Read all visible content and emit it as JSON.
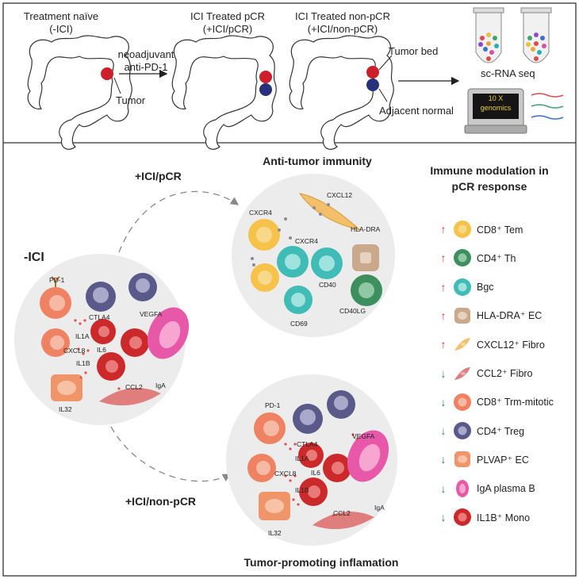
{
  "top": {
    "treatment_naive": "Treatment naïve",
    "treatment_naive_sub": "(-ICI)",
    "neoadjuvant": "neoadjuvant",
    "anti_pd1": "anti-PD-1",
    "tumor": "Tumor",
    "pcr_title": "ICI Treated pCR",
    "pcr_sub": "(+ICI/pCR)",
    "nonpcr_title": "ICI Treated non-pCR",
    "nonpcr_sub": "(+ICI/non-pCR)",
    "tumor_bed": "Tumor bed",
    "adjacent_normal": "Adjacent normal",
    "sc_rna_seq": "sc-RNA seq",
    "tenx_line1": "10 X",
    "tenx_line2": "genomics"
  },
  "middle": {
    "ici_minus": "-ICI",
    "arrow_pcr": "+ICI/pCR",
    "arrow_nonpcr": "+ICI/non-pCR",
    "anti_tumor": "Anti-tumor immunity",
    "tumor_promoting": "Tumor-promoting inflamation",
    "left_circle_labels": {
      "pd1": "PD-1",
      "ctla4": "CTLA4",
      "vegfa": "VEGFA",
      "il1a": "IL1A",
      "cxcl8": "CXCL8",
      "il6": "IL6",
      "il1b": "IL1B",
      "iga": "IgA",
      "ccl2": "CCL2",
      "il32": "IL32"
    },
    "top_circle_labels": {
      "cxcl12": "CXCL12",
      "cxcr4_a": "CXCR4",
      "cxcr4_b": "CXCR4",
      "hla_dra": "HLA-DRA",
      "cd40": "CD40",
      "cd40lg": "CD40LG",
      "cd69": "CD69"
    },
    "bottom_circle_labels": {
      "pd1": "PD-1",
      "ctla4": "CTLA4",
      "vegfa": "VEGFA",
      "il1a": "IL1A",
      "cxcl8": "CXCL8",
      "il6": "IL6",
      "il1b": "IL1B",
      "iga": "IgA",
      "ccl2": "CCL2",
      "il32": "IL32"
    }
  },
  "legend": {
    "title_line1": "Immune modulation in",
    "title_line2": "pCR response",
    "up_color": "#c0392b",
    "down_color": "#2e7d4f",
    "items": [
      {
        "dir": "up",
        "arrow": "↑",
        "label": "CD8⁺ Tem",
        "icon": "cd8-tem-cell",
        "fill": "#f6c24a",
        "nucleus": "#f8d98a"
      },
      {
        "dir": "up",
        "arrow": "↑",
        "label": "CD4⁺ Th",
        "icon": "cd4-th-cell",
        "fill": "#3d8f5e",
        "nucleus": "#8fc8a4"
      },
      {
        "dir": "up",
        "arrow": "↑",
        "label": "Bgc",
        "icon": "bgc-cell",
        "fill": "#3fbcb6",
        "nucleus": "#9fe3de"
      },
      {
        "dir": "up",
        "arrow": "↑",
        "label": "HLA-DRA⁺ EC",
        "icon": "hla-dra-ec-cell",
        "fill": "#c9a88c",
        "nucleus": "#e6d2bf"
      },
      {
        "dir": "up",
        "arrow": "↑",
        "label": "CXCL12⁺ Fibro",
        "icon": "cxcl12-fibro-cell",
        "fill": "#f3bf6b",
        "nucleus": "#f7d9a4"
      },
      {
        "dir": "down",
        "arrow": "↓",
        "label": "CCL2⁺ Fibro",
        "icon": "ccl2-fibro-cell",
        "fill": "#e07d7d",
        "nucleus": "#f0b3b3"
      },
      {
        "dir": "down",
        "arrow": "↓",
        "label": "CD8⁺ Trm-mitotic",
        "icon": "cd8-trm-cell",
        "fill": "#ee8262",
        "nucleus": "#f6b9a3"
      },
      {
        "dir": "down",
        "arrow": "↓",
        "label": "CD4⁺ Treg",
        "icon": "cd4-treg-cell",
        "fill": "#5a5a8a",
        "nucleus": "#a9a9cc"
      },
      {
        "dir": "down",
        "arrow": "↓",
        "label": "PLVAP⁺ EC",
        "icon": "plvap-ec-cell",
        "fill": "#f0956a",
        "nucleus": "#f7c2a5"
      },
      {
        "dir": "down",
        "arrow": "↓",
        "label": "IgA plasma B",
        "icon": "iga-plasma-b-cell",
        "fill": "#e858a8",
        "nucleus": "#f6a6d1"
      },
      {
        "dir": "down",
        "arrow": "↓",
        "label": "IL1B⁺ Mono",
        "icon": "il1b-mono-cell",
        "fill": "#cc2a2a",
        "nucleus": "#e97a7a"
      }
    ]
  }
}
